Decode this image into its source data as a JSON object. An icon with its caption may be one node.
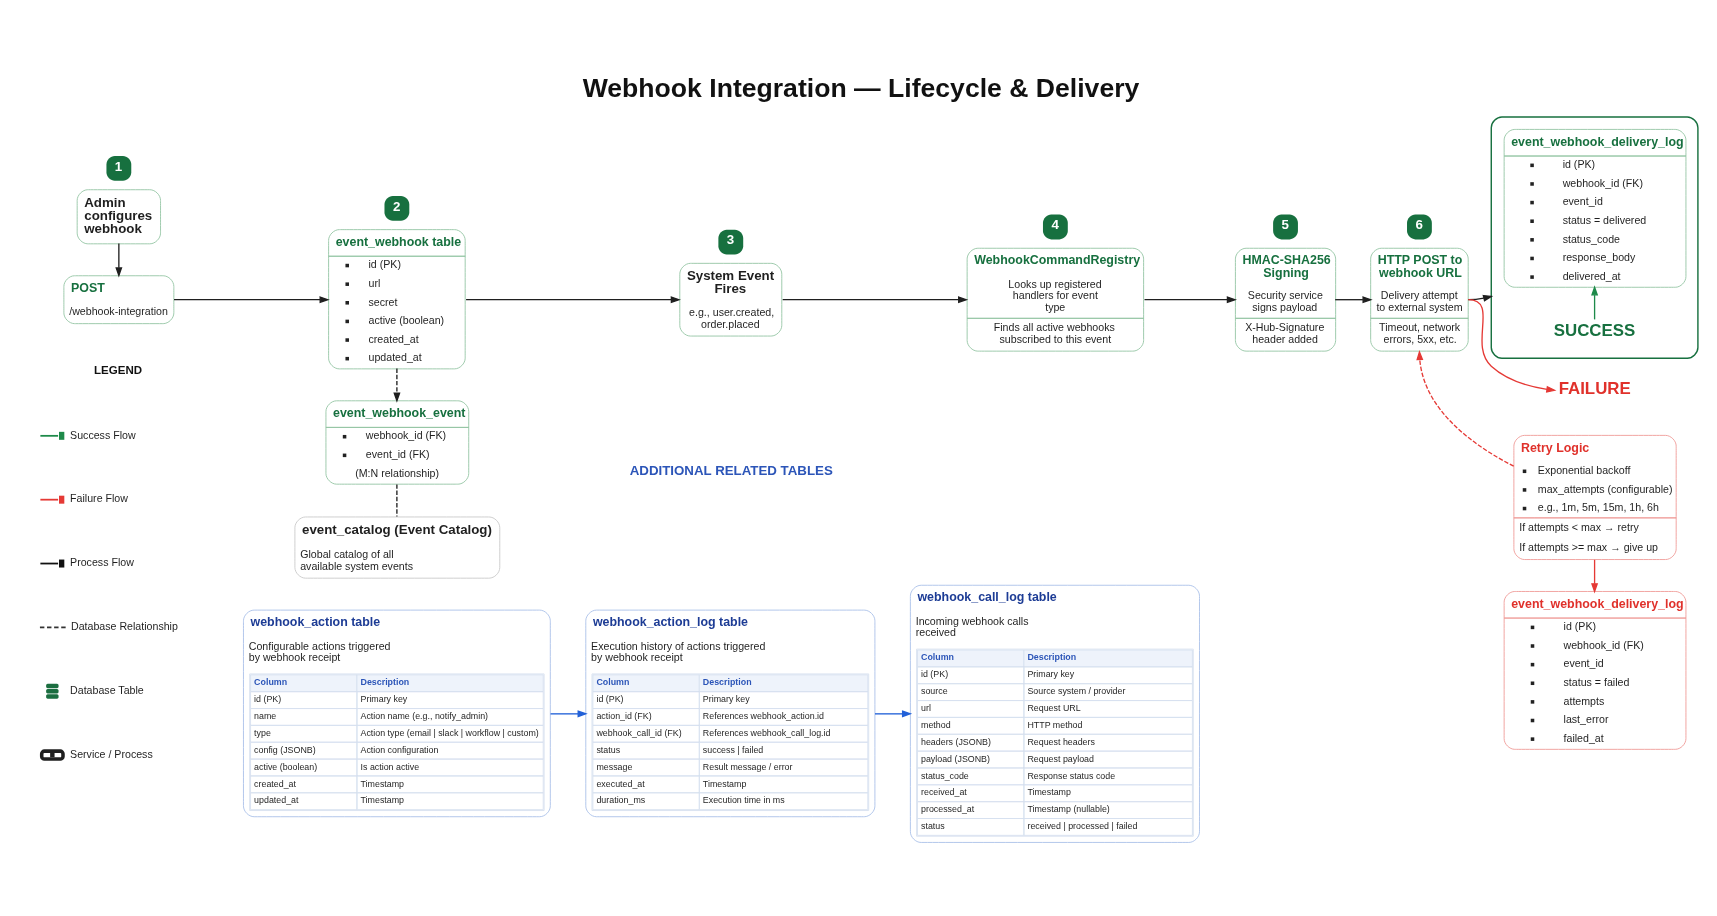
{
  "diagram": {
    "title": "Webhook Integration — Lifecycle & Delivery",
    "nodes": [
      {
        "text": [
          "Admin configures webhook"
        ],
        "beside": [
          "1"
        ]
      },
      {
        "text": [
          "POST",
          "/webhook-integration"
        ]
      },
      {
        "text": [
          "event_webhook table",
          "id (PK)",
          "url",
          "secret",
          "active (boolean)",
          "created_at",
          "updated_at"
        ],
        "beside": [
          "2"
        ]
      },
      {
        "text": [
          "event_webhook_event",
          "webhook_id (FK)",
          "event_id (FK)",
          "(M:N relationship)"
        ]
      },
      {
        "text": [
          "event_catalog (Event Catalog)",
          "Global catalog of all available system events"
        ]
      },
      {
        "text": [
          "System Event Fires",
          "e.g., user.created, order.placed"
        ],
        "beside": [
          "3"
        ]
      },
      {
        "text": [
          "WebhookCommandRegistry",
          "Looks up registered handlers for event type",
          "Finds all active webhooks subscribed to this event"
        ],
        "beside": [
          "4"
        ]
      },
      {
        "text": [
          "HMAC-SHA256 Signing",
          "Security service signs payload",
          "X-Hub-Signature header added"
        ],
        "beside": [
          "5"
        ]
      },
      {
        "text": [
          "HTTP POST to webhook URL",
          "Delivery attempt to external system",
          "Timeout, network errors, 5xx, etc."
        ],
        "beside": [
          "6"
        ]
      },
      {
        "text": [],
        "shape": "box"
      },
      {
        "text": [
          "SUCCESS"
        ],
        "in": 9
      },
      {
        "text": [
          "event_webhook_delivery_log",
          "id (PK)",
          "webhook_id (FK)",
          "event_id",
          "status = delivered",
          "status_code",
          "response_body",
          "delivered_at"
        ],
        "in": 9
      },
      {
        "text": [
          "FAILURE"
        ]
      },
      {
        "text": [
          "Retry Logic",
          "Exponential backoff",
          "max_attempts (configurable)",
          "e.g., 1m, 5m, 15m, 1h, 6h",
          "If attempts < max → retry",
          "If attempts >= max → give up"
        ]
      },
      {
        "text": [
          "event_webhook_delivery_log",
          "id (PK)",
          "webhook_id (FK)",
          "event_id",
          "status = failed",
          "attempts",
          "last_error",
          "failed_at"
        ]
      },
      {
        "text": [
          "webhook_action table",
          "Configurable actions triggered by webhook receipt",
          "Column",
          "Description",
          "id (PK)",
          "Primary key",
          "name",
          "Action name (e.g., notify_admin)",
          "type",
          "Action type (email | slack | workflow | custom)",
          "config (JSONB)",
          "Action configuration",
          "active (boolean)",
          "Is action active",
          "created_at",
          "Timestamp",
          "updated_at",
          "Timestamp"
        ]
      },
      {
        "text": [
          "webhook_action_log table",
          "Execution history of actions triggered by webhook receipt",
          "Column",
          "Description",
          "id (PK)",
          "Primary key",
          "action_id (FK)",
          "References webhook_action.id",
          "webhook_call_id (FK)",
          "References webhook_call_log.id",
          "status",
          "success | failed",
          "message",
          "Result message / error",
          "executed_at",
          "Timestamp",
          "duration_ms",
          "Execution time in ms"
        ]
      },
      {
        "text": [
          "webhook_call_log table",
          "Incoming webhook calls received",
          "Column",
          "Description",
          "id (PK)",
          "Primary key",
          "source",
          "Source system / provider",
          "url",
          "Request URL",
          "method",
          "HTTP method",
          "headers (JSONB)",
          "Request headers",
          "payload (JSONB)",
          "Request payload",
          "status_code",
          "Response status code",
          "received_at",
          "Timestamp",
          "processed_at",
          "Timestamp (nullable)",
          "status",
          "received | processed | failed"
        ]
      }
    ],
    "edges": [
      {
        "from": 0,
        "to": 1,
        "arrow": "to"
      },
      {
        "from": 1,
        "to": 2,
        "arrow": "to"
      },
      {
        "from": 2,
        "to": 3,
        "arrow": "to",
        "style": "dashed"
      },
      {
        "from": 3,
        "to": 4,
        "arrow": "none",
        "style": "dashed"
      },
      {
        "from": 2,
        "to": 5,
        "arrow": "to"
      },
      {
        "from": 5,
        "to": 6,
        "arrow": "to"
      },
      {
        "from": 6,
        "to": 7,
        "arrow": "to"
      },
      {
        "from": 7,
        "to": 8,
        "arrow": "to"
      },
      {
        "from": 8,
        "to": 9,
        "arrow": "to"
      },
      {
        "from": 10,
        "to": 11,
        "arrow": "to",
        "color": "#1e8a4a"
      },
      {
        "from": 8,
        "to": 12,
        "arrow": "to",
        "color": "#e53935"
      },
      {
        "from": 13,
        "to": 8,
        "arrow": "to",
        "style": "dashed",
        "color": "#e53935"
      },
      {
        "from": 13,
        "to": 14,
        "arrow": "to",
        "color": "#e53935"
      },
      {
        "from": 15,
        "to": 16,
        "arrow": "to",
        "color": "#2160d8"
      },
      {
        "from": 16,
        "to": 17,
        "arrow": "to",
        "color": "#2160d8"
      }
    ],
    "labels": [
      "ADDITIONAL RELATED TABLES",
      "LEGEND"
    ],
    "legend": [
      {
        "text": "Success Flow"
      },
      {
        "text": "Failure Flow"
      },
      {
        "text": "Process Flow"
      },
      {
        "text": "Database Relationship"
      },
      {
        "text": "Database Table"
      },
      {
        "text": "Service / Process"
      }
    ]
  }
}
